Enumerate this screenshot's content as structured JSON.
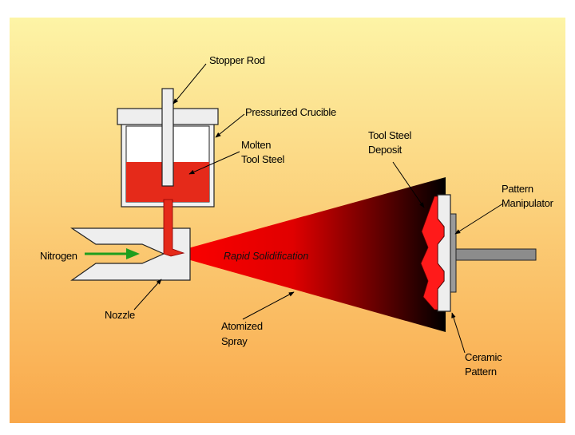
{
  "labels": {
    "stopper_rod": "Stopper Rod",
    "pressurized_crucible": "Pressurized Crucible",
    "molten_tool_steel": [
      "Molten",
      "Tool Steel"
    ],
    "tool_steel_deposit": [
      "Tool Steel",
      "Deposit"
    ],
    "pattern_manipulator": [
      "Pattern",
      "Manipulator"
    ],
    "nitrogen": "Nitrogen",
    "rapid_solidification": "Rapid Solidification",
    "nozzle": "Nozzle",
    "atomized_spray": [
      "Atomized",
      "Spray"
    ],
    "ceramic_pattern": [
      "Ceramic",
      "Pattern"
    ]
  },
  "colors": {
    "background_top": "#fdf4a6",
    "background_bottom": "#f9a84a",
    "molten": "#e52a1a",
    "spray_start": "#ff0000",
    "spray_end": "#000000",
    "part_fill": "#e8e8e8",
    "arrow_green": "#1e9e1e"
  }
}
